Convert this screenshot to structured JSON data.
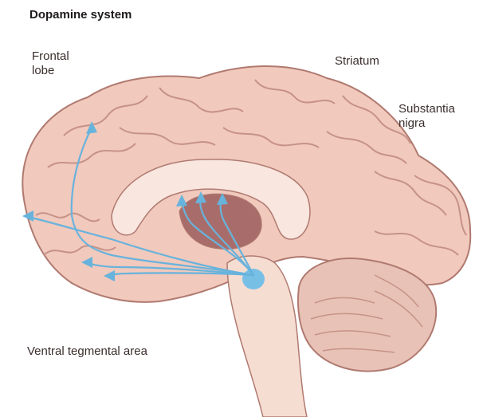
{
  "diagram": {
    "title": "Dopamine system",
    "labels": {
      "frontal_lobe": "Frontal\nlobe",
      "striatum": "Striatum",
      "substantia_nigra": "Substantia\nnigra",
      "vta": "Ventral tegmental area"
    },
    "colors": {
      "brain_fill": "#f1c9bd",
      "brain_stroke": "#b07a70",
      "gyrus_line": "#c69287",
      "inner_fill": "#e7b7aa",
      "corpus_fill": "#f8e6df",
      "dark_region": "#a86d6a",
      "cerebellum_fill": "#e8c2b6",
      "stem_fill": "#f6ddd2",
      "pathway": "#68b3dc",
      "vta_blob": "#78bfe6"
    }
  }
}
